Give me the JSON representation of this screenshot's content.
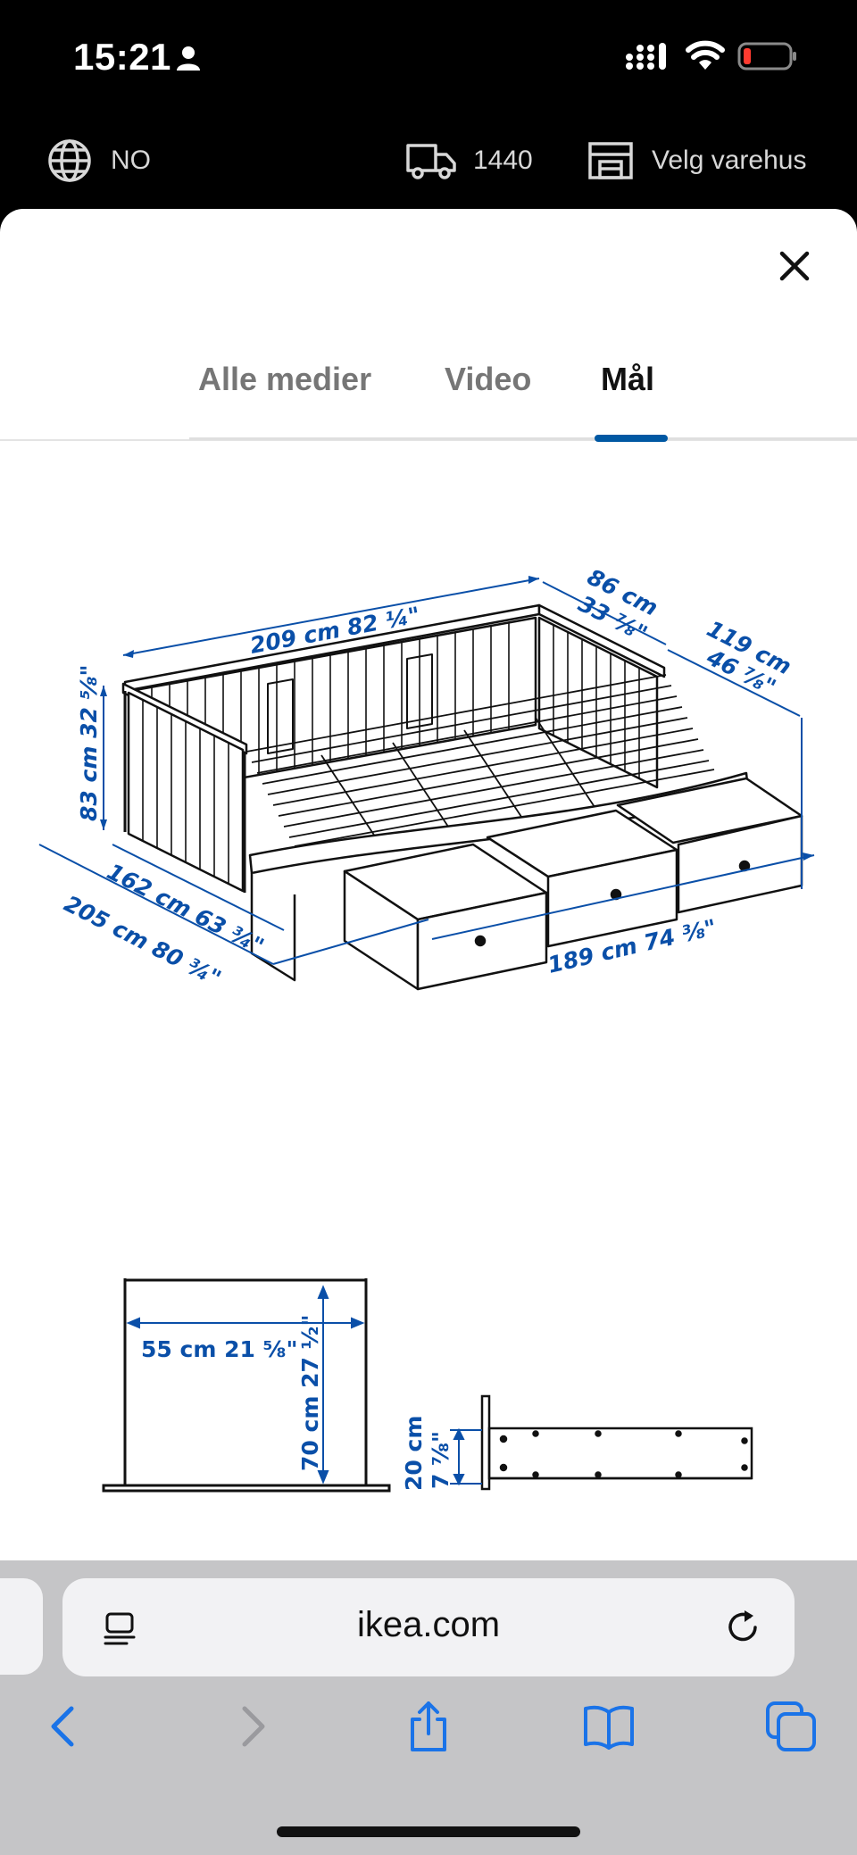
{
  "status": {
    "time": "15:21"
  },
  "topbar": {
    "language": "NO",
    "postcode": "1440",
    "store": "Velg varehus"
  },
  "tabs": [
    {
      "label": "Alle medier"
    },
    {
      "label": "Video"
    },
    {
      "label": "Mål"
    }
  ],
  "active_tab": "Mål",
  "dimensions": {
    "width_top": "209 cm 82 ¼\"",
    "depth_top_cm": "86 cm",
    "depth_top_in": "33 ⅞\"",
    "extended_cm": "119 cm",
    "extended_in": "46 ⅞\"",
    "height": "83 cm 32 ⅝\"",
    "depth_162": "162 cm 63 ¾\"",
    "depth_205": "205 cm 80 ¾\"",
    "length_bottom": "189 cm 74 ⅜\"",
    "drawer_width": "55 cm 21 ⅝\"",
    "drawer_height": "70 cm 27 ½\"",
    "drawer_profile_cm": "20 cm",
    "drawer_profile_in": "7 ⅞\""
  },
  "browser": {
    "url": "ikea.com"
  },
  "colors": {
    "accent": "#0058a3",
    "dimension_blue": "#0a4fa8",
    "ios_blue": "#1a73e8"
  }
}
